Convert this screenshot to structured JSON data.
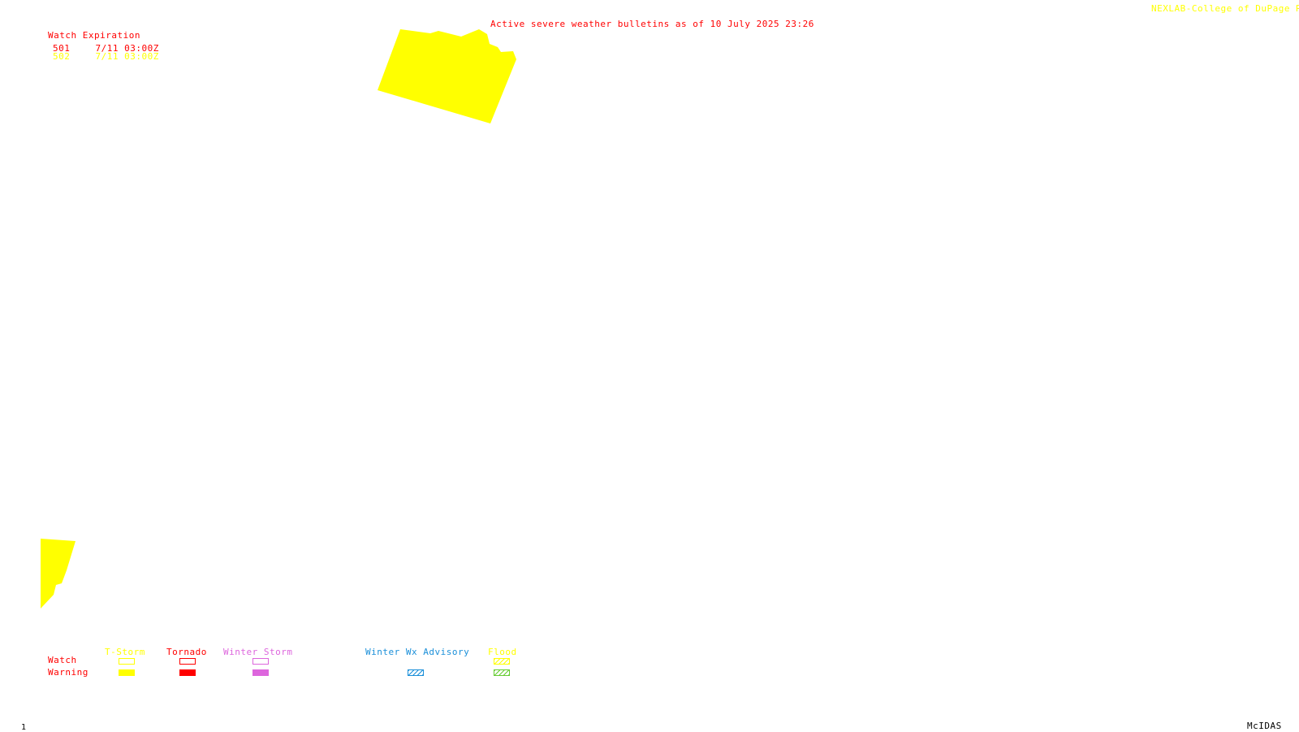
{
  "header": {
    "bulletin_title": "Active severe weather bulletins as of 10 July 2025 23:26",
    "credit": "NEXLAB-College of DuPage R"
  },
  "watch_table": {
    "heading": "Watch Expiration",
    "rows": [
      {
        "id": "501",
        "expires": "7/11 03:00Z",
        "color": "#ff0000"
      },
      {
        "id": "502",
        "expires": "7/11 03:00Z",
        "color": "#ffff00"
      }
    ]
  },
  "legend": {
    "row_labels": {
      "watch": "Watch",
      "warning": "Warning"
    },
    "columns": [
      {
        "label": "T-Storm",
        "color": "#ffff00",
        "style": "solid"
      },
      {
        "label": "Tornado",
        "color": "#ff0000",
        "style": "solid"
      },
      {
        "label": "Winter Storm",
        "color": "#dd66dd",
        "style": "solid"
      },
      {
        "label": "Winter Wx Advisory",
        "color": "#1a8fd9",
        "style": "hatched"
      },
      {
        "label": "Flood",
        "color": "#ffff00",
        "style": "hatched",
        "warning_color": "#66cc33"
      }
    ]
  },
  "footer": {
    "frame_number": "1",
    "software": "McIDAS"
  },
  "colors": {
    "background": "#ffffff",
    "watch_fill": "#ffff00",
    "title_text": "#ff0000"
  }
}
